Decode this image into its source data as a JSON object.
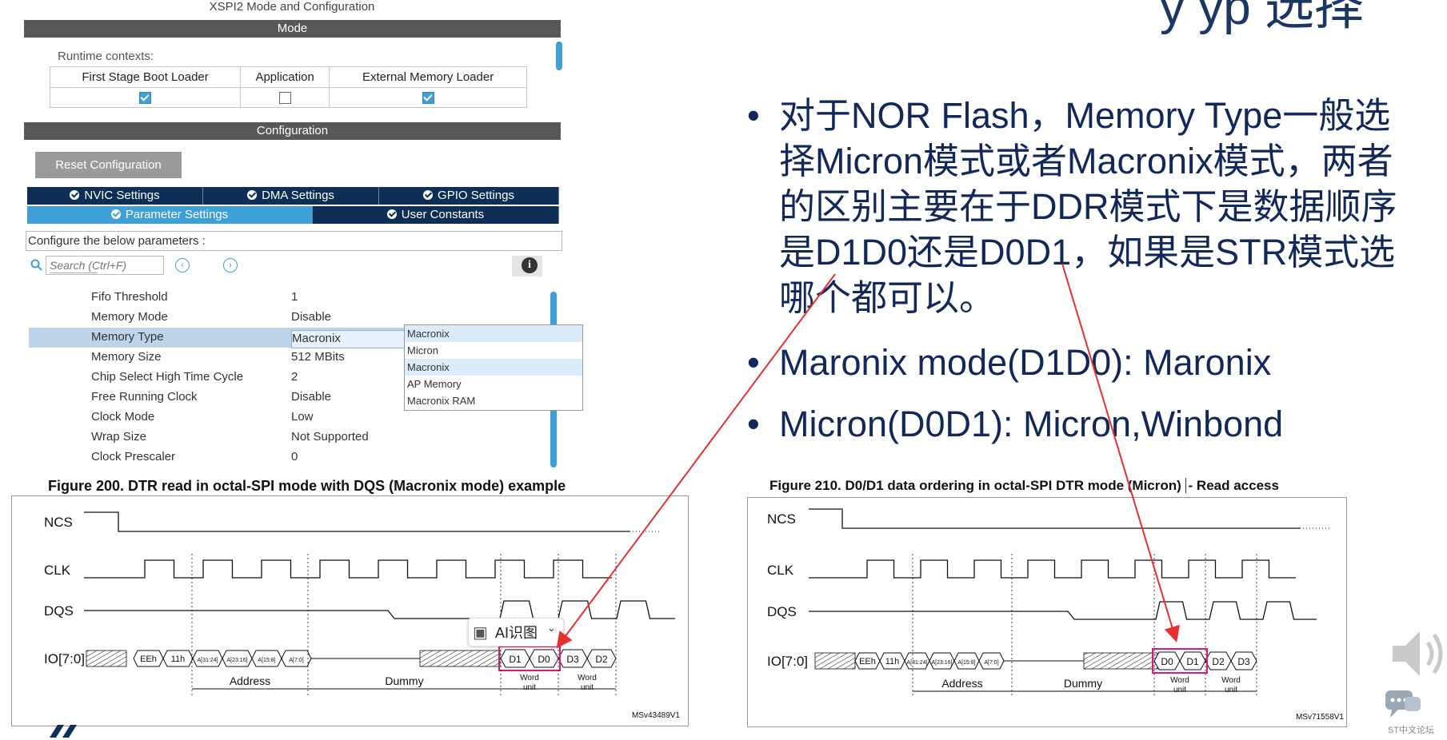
{
  "cubemx": {
    "title": "XSPI2 Mode and Configuration",
    "mode_bar": "Mode",
    "runtime_label": "Runtime contexts:",
    "contexts": [
      {
        "label": "First Stage Boot Loader",
        "checked": true
      },
      {
        "label": "Application",
        "checked": false
      },
      {
        "label": "External Memory Loader",
        "checked": true
      }
    ],
    "config_bar": "Configuration",
    "reset_button": "Reset Configuration",
    "tabs_row1": [
      "NVIC Settings",
      "DMA Settings",
      "GPIO Settings"
    ],
    "tabs_row2": [
      "Parameter Settings",
      "User Constants"
    ],
    "active_tab": "Parameter Settings",
    "configure_text": "Configure the below parameters :",
    "search_placeholder": "Search (Ctrl+F)",
    "info_glyph": "i",
    "params": [
      {
        "name": "Fifo Threshold",
        "value": "1"
      },
      {
        "name": "Memory Mode",
        "value": "Disable"
      },
      {
        "name": "Memory Type",
        "value": "Macronix"
      },
      {
        "name": "Memory Size",
        "value": "512 MBits"
      },
      {
        "name": "Chip Select High Time Cycle",
        "value": "2"
      },
      {
        "name": "Free Running Clock",
        "value": "Disable"
      },
      {
        "name": "Clock Mode",
        "value": "Low"
      },
      {
        "name": "Wrap Size",
        "value": "Not Supported"
      },
      {
        "name": "Clock Prescaler",
        "value": "0"
      }
    ],
    "selected_param": "Memory Type",
    "dropdown": {
      "current": "Macronix",
      "options": [
        "Micron",
        "Macronix",
        "AP Memory",
        "Macronix RAM"
      ],
      "highlighted": "Macronix"
    }
  },
  "slide": {
    "heading_fragment": "y  yp  选择",
    "bullets": [
      [
        "对于NOR Flash，Memory Type一般选",
        "择Micron模式或者Macronix模式，两者",
        "的区别主要在于DDR模式下是数据顺序",
        "是D1D0还是D0D1，如果是STR模式选",
        "哪个都可以。"
      ],
      [
        "Maronix mode(D1D0): Maronix"
      ],
      [
        "Micron(D0D1): Micron,Winbond"
      ]
    ],
    "bullet_char": "•"
  },
  "figure_left": {
    "caption": "Figure 200. DTR read in octal-SPI mode with DQS (Macronix mode) example",
    "signals": [
      "NCS",
      "CLK",
      "DQS",
      "IO[7:0]"
    ],
    "bus_cells": [
      "EEh",
      "11h",
      "A[31:24]",
      "A[23:16]",
      "A[15:8]",
      "A[7:0]"
    ],
    "data_cells": [
      "D1",
      "D0",
      "D3",
      "D2"
    ],
    "labels": {
      "address": "Address",
      "dummy": "Dummy",
      "word": "Word",
      "unit": "unit"
    },
    "ref": "MSv43489V1",
    "highlight_color": "#e0187a"
  },
  "figure_right": {
    "caption": "Figure 210. D0/D1 data ordering in octal-SPI DTR mode (Micron)",
    "caption_tail": "- Read access",
    "signals": [
      "NCS",
      "CLK",
      "DQS",
      "IO[7:0]"
    ],
    "bus_cells": [
      "EEh",
      "11h",
      "A[31:24]",
      "A[23:16]",
      "A[15:8]",
      "A[7:0]"
    ],
    "data_cells": [
      "D0",
      "D1",
      "D2",
      "D3"
    ],
    "labels": {
      "address": "Address",
      "dummy": "Dummy",
      "word": "Word",
      "unit": "unit"
    },
    "ref": "MSv71558V1",
    "highlight_color": "#e0187a"
  },
  "overlay": {
    "ai_button": "AI识图",
    "forum_label": "ST中文论坛",
    "arrow_color": "#e53030"
  }
}
